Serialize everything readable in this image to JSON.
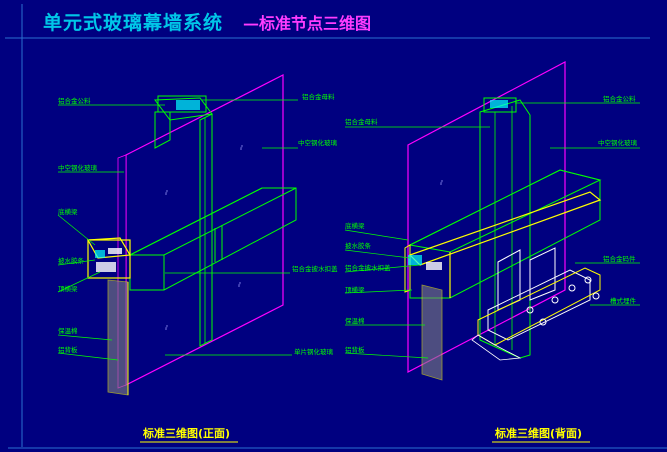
{
  "title": {
    "main": "单元式玻璃幕墙系统",
    "sub": "—标准节点三维图"
  },
  "left_view": {
    "caption": "标准三维图(正面)",
    "labels_left": [
      "铝合金公料",
      "中空钢化玻璃",
      "底横梁",
      "披水胶条",
      "顶横梁",
      "保温棉",
      "铝背板"
    ],
    "labels_right": [
      "铝合金母料",
      "中空钢化玻璃",
      "铝合金披水扣盖",
      "单片钢化玻璃"
    ]
  },
  "right_view": {
    "caption": "标准三维图(背面)",
    "labels_left": [
      "铝合金母料",
      "底横梁",
      "披水胶条",
      "铝合金披水扣盖",
      "顶横梁",
      "保温棉",
      "铝背板"
    ],
    "labels_right": [
      "铝合金公料",
      "中空钢化玻璃",
      "铝合金码件",
      "槽式埋件"
    ]
  },
  "colors": {
    "background": "#000080",
    "title_main": "#00c6e8",
    "title_sub": "#ff3cff",
    "glass_edge": "#ff00ff",
    "frame": "#00ff00",
    "mullion": "#ffff00",
    "label": "#00ff00",
    "caption": "#ffff00"
  }
}
